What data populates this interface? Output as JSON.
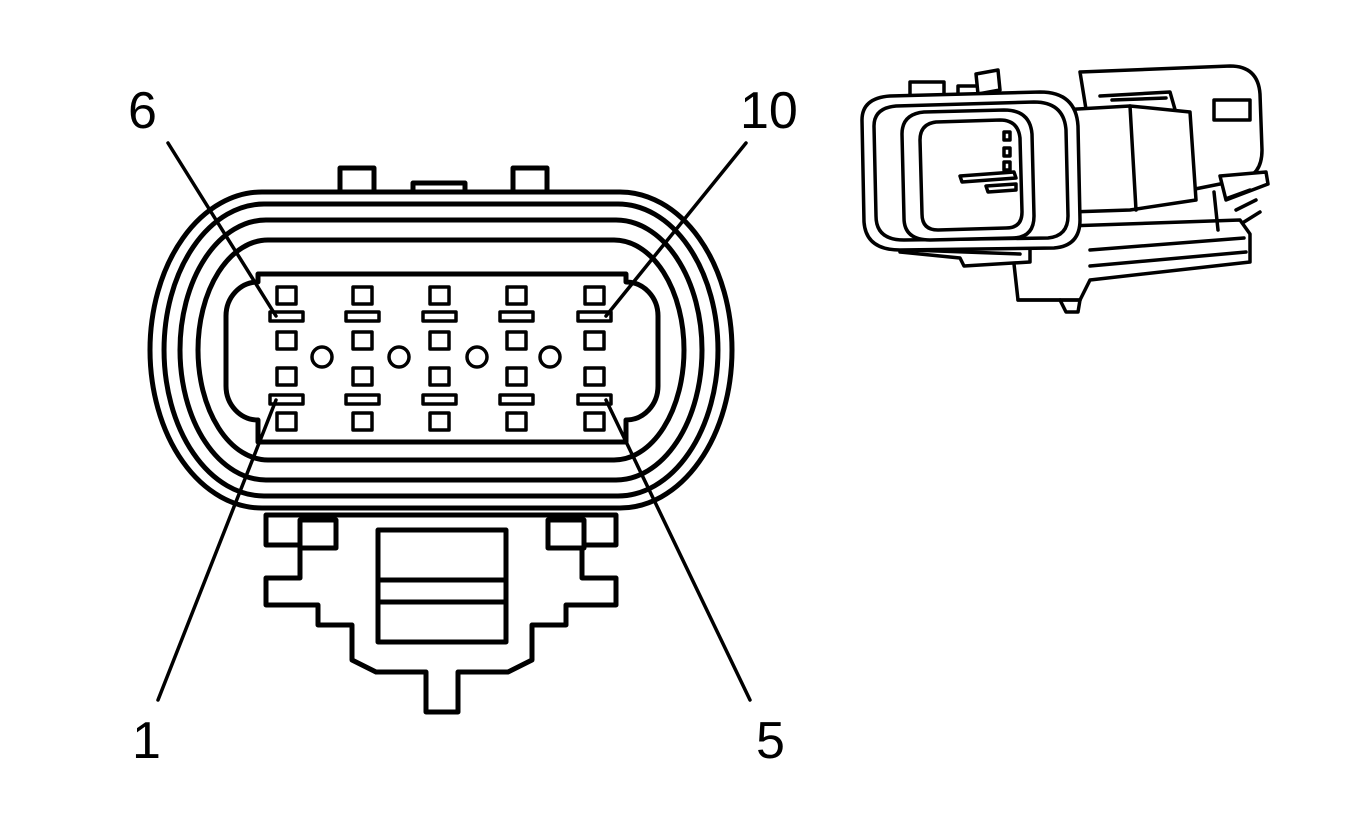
{
  "diagram": {
    "pin_labels": {
      "top_left": "6",
      "top_right": "10",
      "bottom_left": "1",
      "bottom_right": "5"
    }
  }
}
